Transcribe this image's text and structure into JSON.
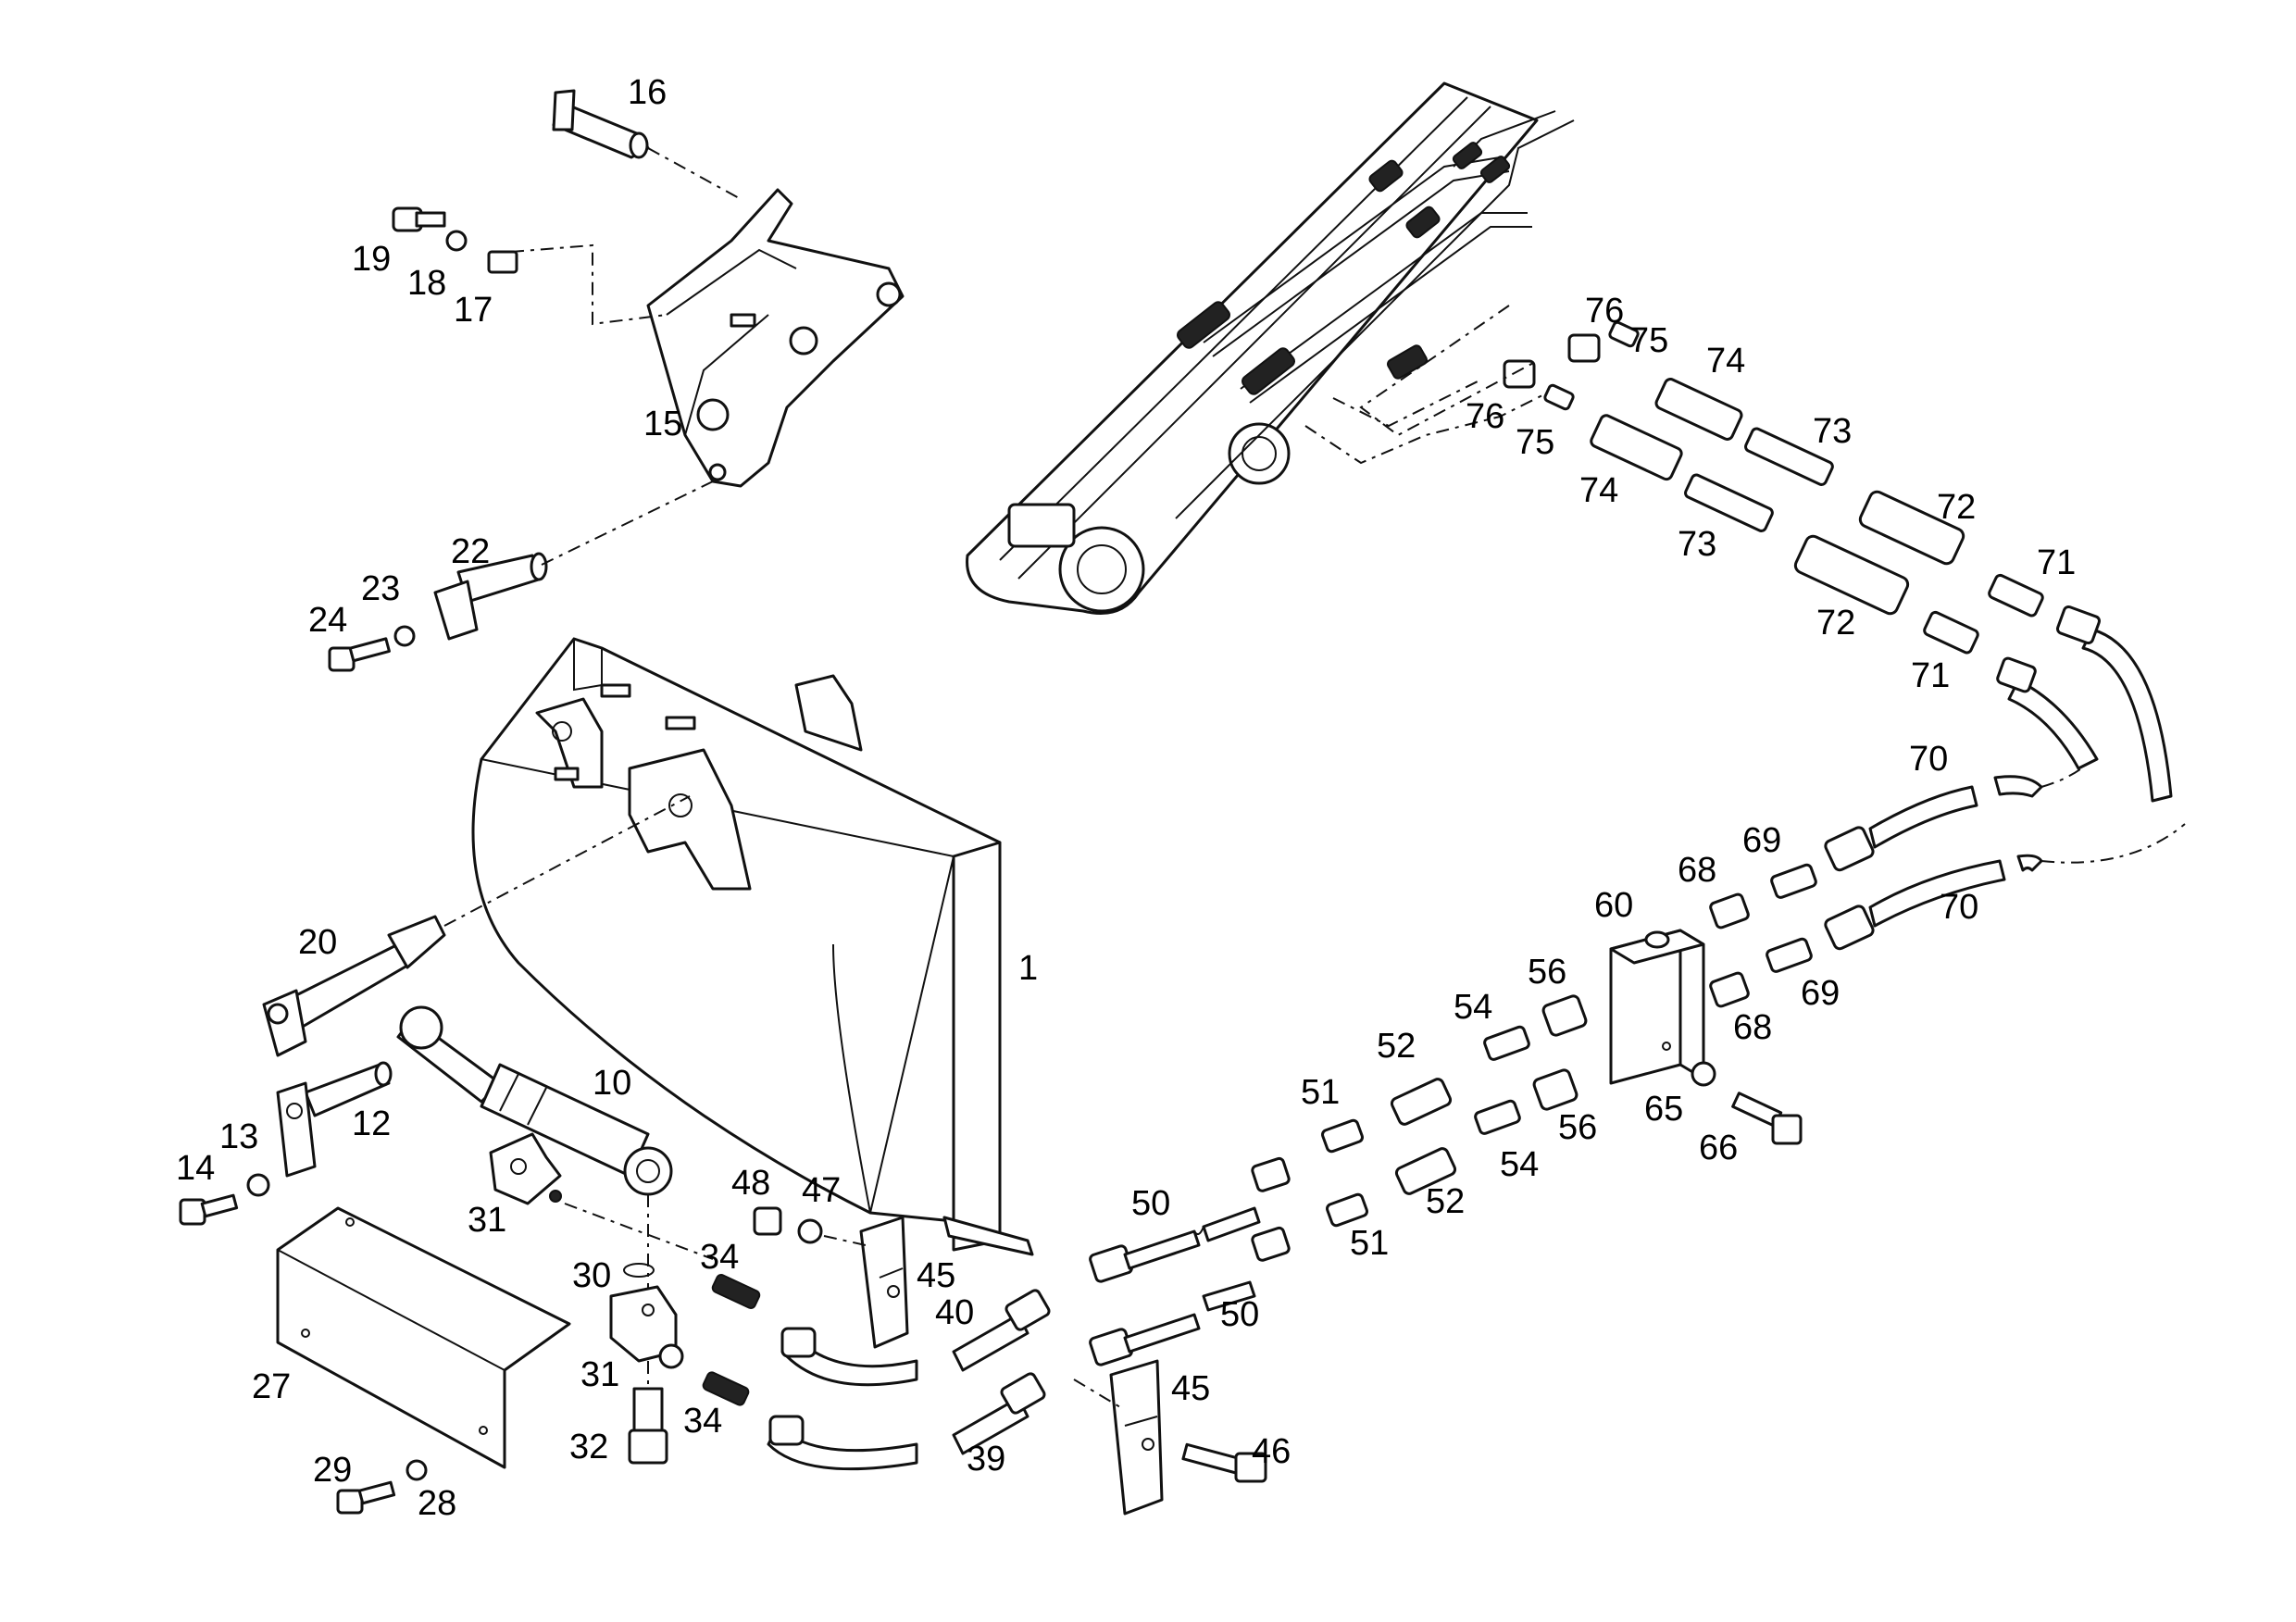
{
  "diagram": {
    "labels": [
      {
        "id": "p1",
        "text": "1"
      },
      {
        "id": "p10",
        "text": "10"
      },
      {
        "id": "p12",
        "text": "12"
      },
      {
        "id": "p13",
        "text": "13"
      },
      {
        "id": "p14",
        "text": "14"
      },
      {
        "id": "p15",
        "text": "15"
      },
      {
        "id": "p16",
        "text": "16"
      },
      {
        "id": "p17",
        "text": "17"
      },
      {
        "id": "p18",
        "text": "18"
      },
      {
        "id": "p19",
        "text": "19"
      },
      {
        "id": "p20",
        "text": "20"
      },
      {
        "id": "p22",
        "text": "22"
      },
      {
        "id": "p23",
        "text": "23"
      },
      {
        "id": "p24",
        "text": "24"
      },
      {
        "id": "p27",
        "text": "27"
      },
      {
        "id": "p28",
        "text": "28"
      },
      {
        "id": "p29",
        "text": "29"
      },
      {
        "id": "p30",
        "text": "30"
      },
      {
        "id": "p31a",
        "text": "31"
      },
      {
        "id": "p31b",
        "text": "31"
      },
      {
        "id": "p32",
        "text": "32"
      },
      {
        "id": "p34a",
        "text": "34"
      },
      {
        "id": "p34b",
        "text": "34"
      },
      {
        "id": "p39",
        "text": "39"
      },
      {
        "id": "p40",
        "text": "40"
      },
      {
        "id": "p45a",
        "text": "45"
      },
      {
        "id": "p45b",
        "text": "45"
      },
      {
        "id": "p46",
        "text": "46"
      },
      {
        "id": "p47",
        "text": "47"
      },
      {
        "id": "p48",
        "text": "48"
      },
      {
        "id": "p50a",
        "text": "50"
      },
      {
        "id": "p50b",
        "text": "50"
      },
      {
        "id": "p51a",
        "text": "51"
      },
      {
        "id": "p51b",
        "text": "51"
      },
      {
        "id": "p52a",
        "text": "52"
      },
      {
        "id": "p52b",
        "text": "52"
      },
      {
        "id": "p54a",
        "text": "54"
      },
      {
        "id": "p54b",
        "text": "54"
      },
      {
        "id": "p56a",
        "text": "56"
      },
      {
        "id": "p56b",
        "text": "56"
      },
      {
        "id": "p60",
        "text": "60"
      },
      {
        "id": "p65",
        "text": "65"
      },
      {
        "id": "p66",
        "text": "66"
      },
      {
        "id": "p68a",
        "text": "68"
      },
      {
        "id": "p68b",
        "text": "68"
      },
      {
        "id": "p69a",
        "text": "69"
      },
      {
        "id": "p69b",
        "text": "69"
      },
      {
        "id": "p70a",
        "text": "70"
      },
      {
        "id": "p70b",
        "text": "70"
      },
      {
        "id": "p71a",
        "text": "71"
      },
      {
        "id": "p71b",
        "text": "71"
      },
      {
        "id": "p72a",
        "text": "72"
      },
      {
        "id": "p72b",
        "text": "72"
      },
      {
        "id": "p73a",
        "text": "73"
      },
      {
        "id": "p73b",
        "text": "73"
      },
      {
        "id": "p74a",
        "text": "74"
      },
      {
        "id": "p74b",
        "text": "74"
      },
      {
        "id": "p75a",
        "text": "75"
      },
      {
        "id": "p75b",
        "text": "75"
      },
      {
        "id": "p76a",
        "text": "76"
      },
      {
        "id": "p76b",
        "text": "76"
      }
    ]
  }
}
